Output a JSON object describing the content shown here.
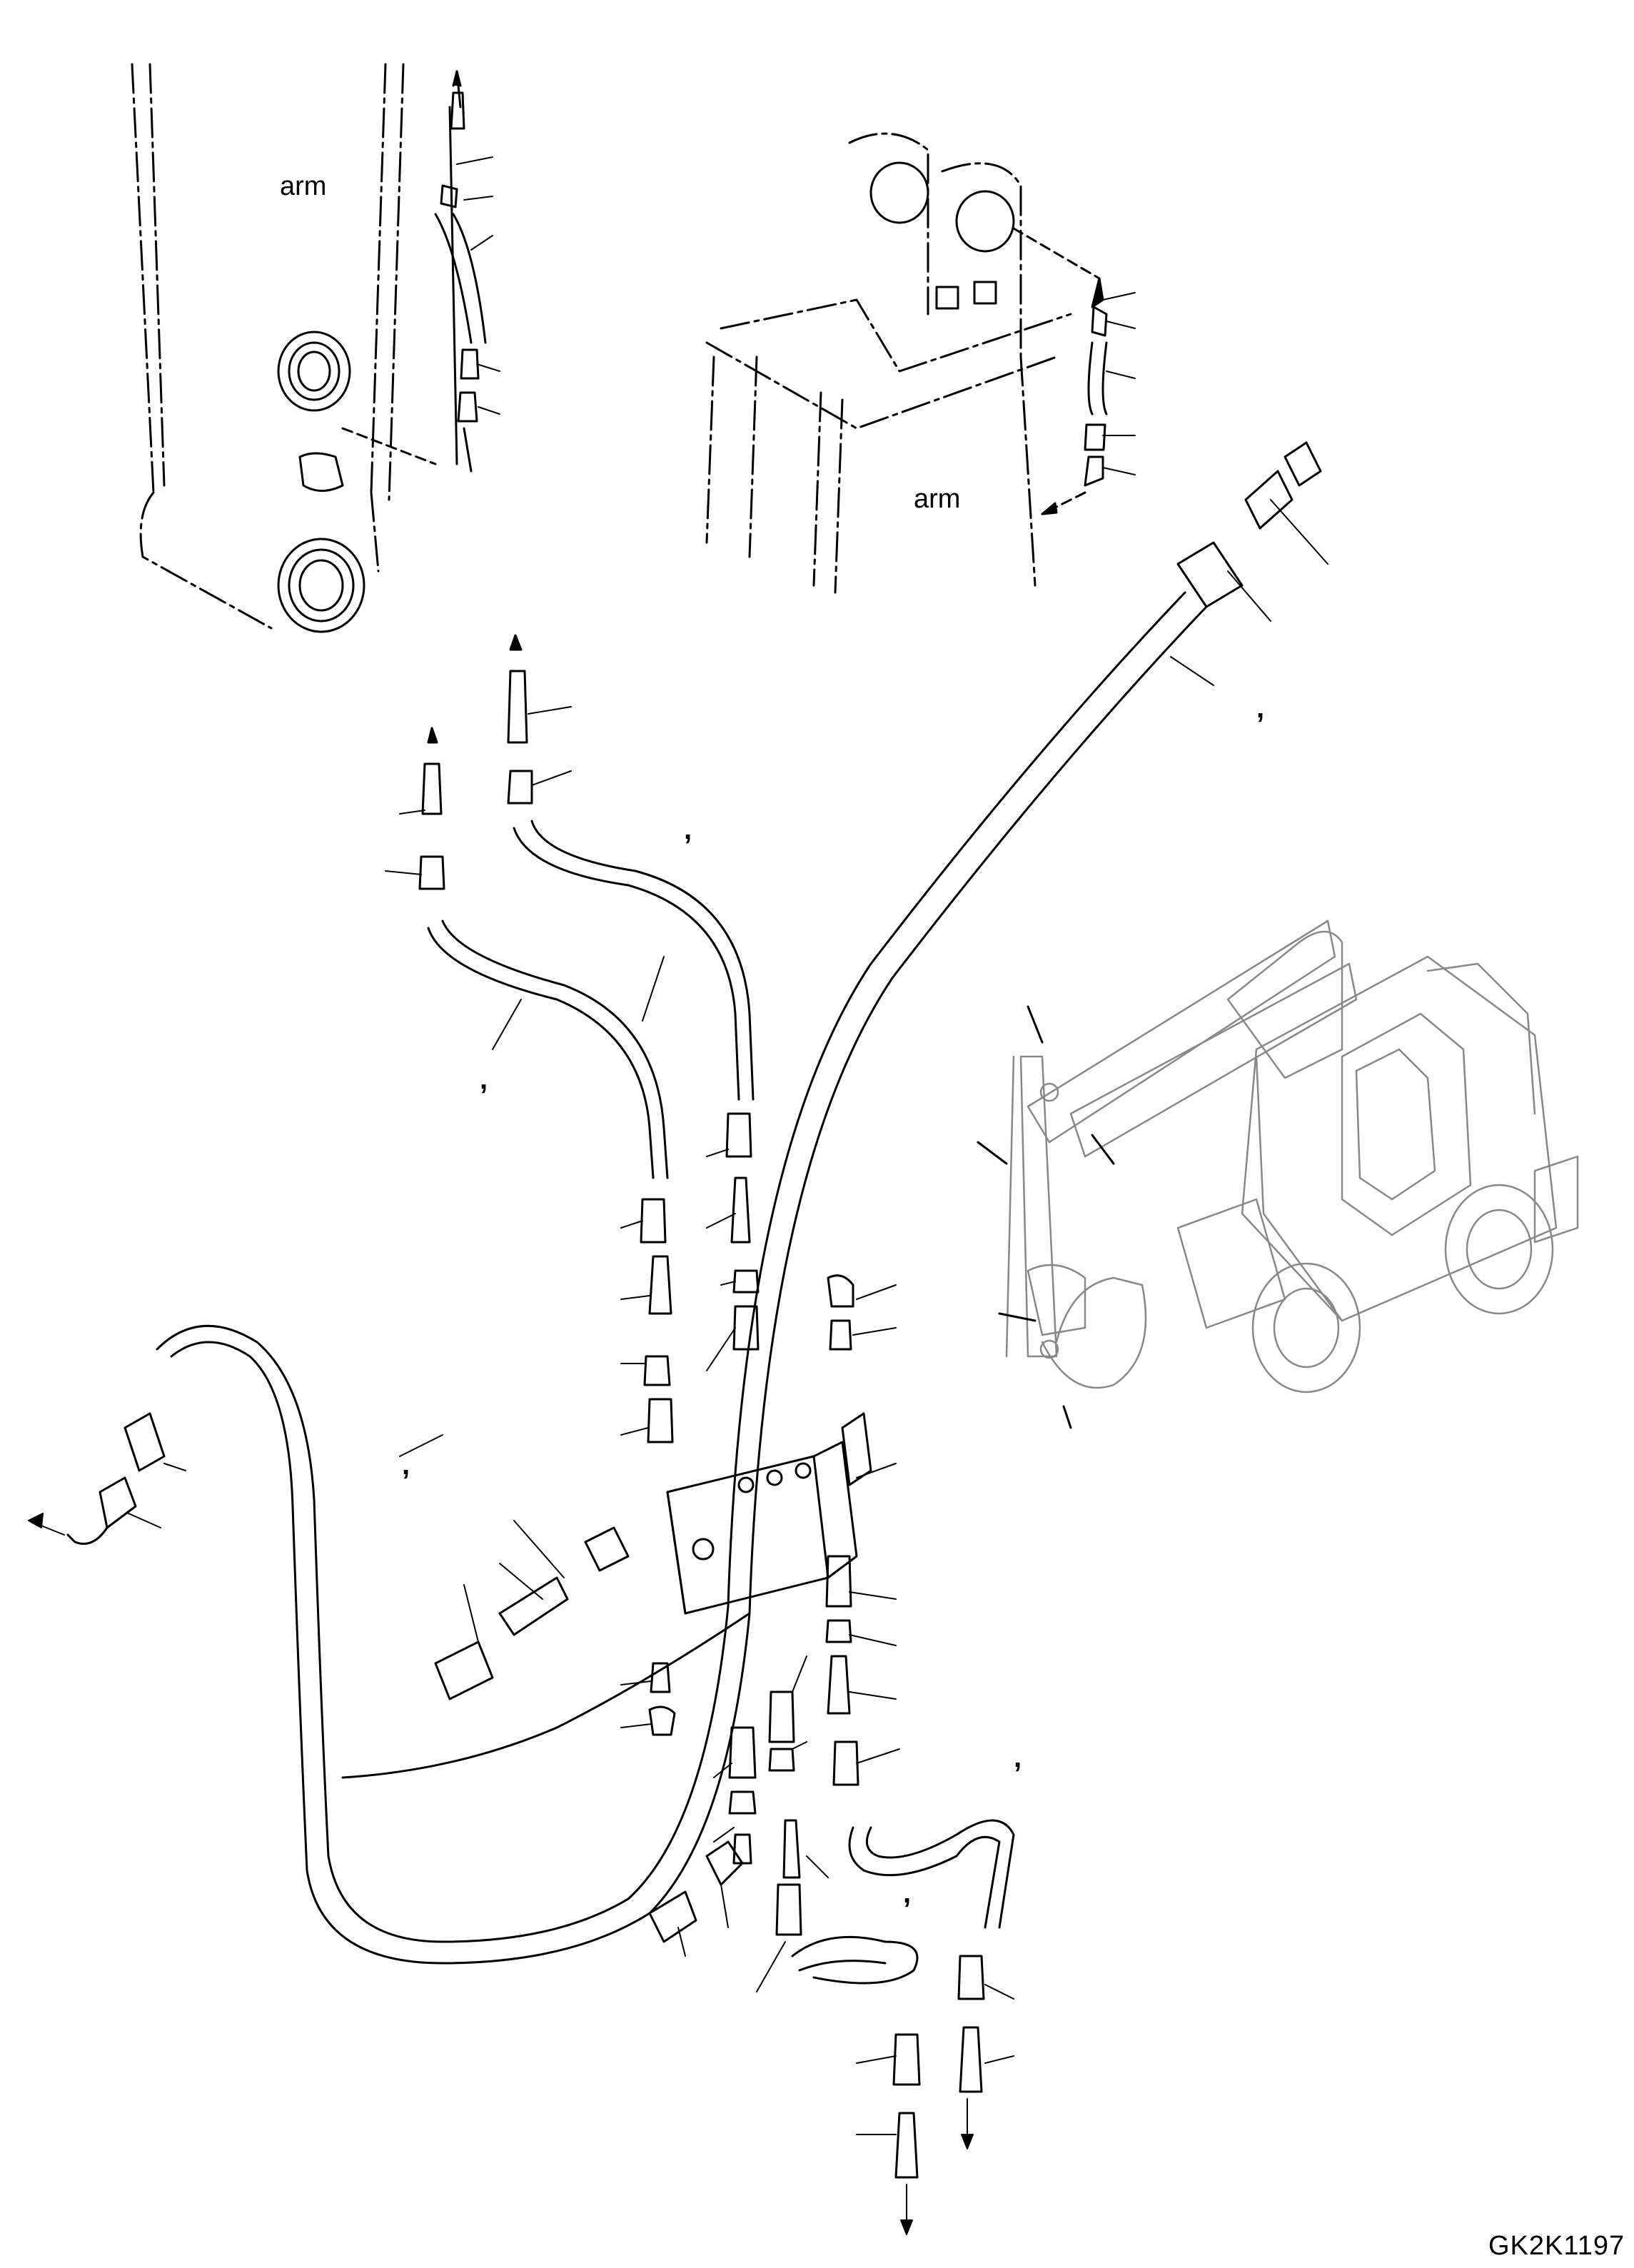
{
  "labels": {
    "arm_top_left": "arm",
    "arm_top_right": "arm",
    "drawing_code": "GK2K1197"
  },
  "commas": [
    ",",
    ",",
    ",",
    ",",
    ",",
    ","
  ],
  "colors": {
    "line": "#000000",
    "background": "#ffffff"
  }
}
